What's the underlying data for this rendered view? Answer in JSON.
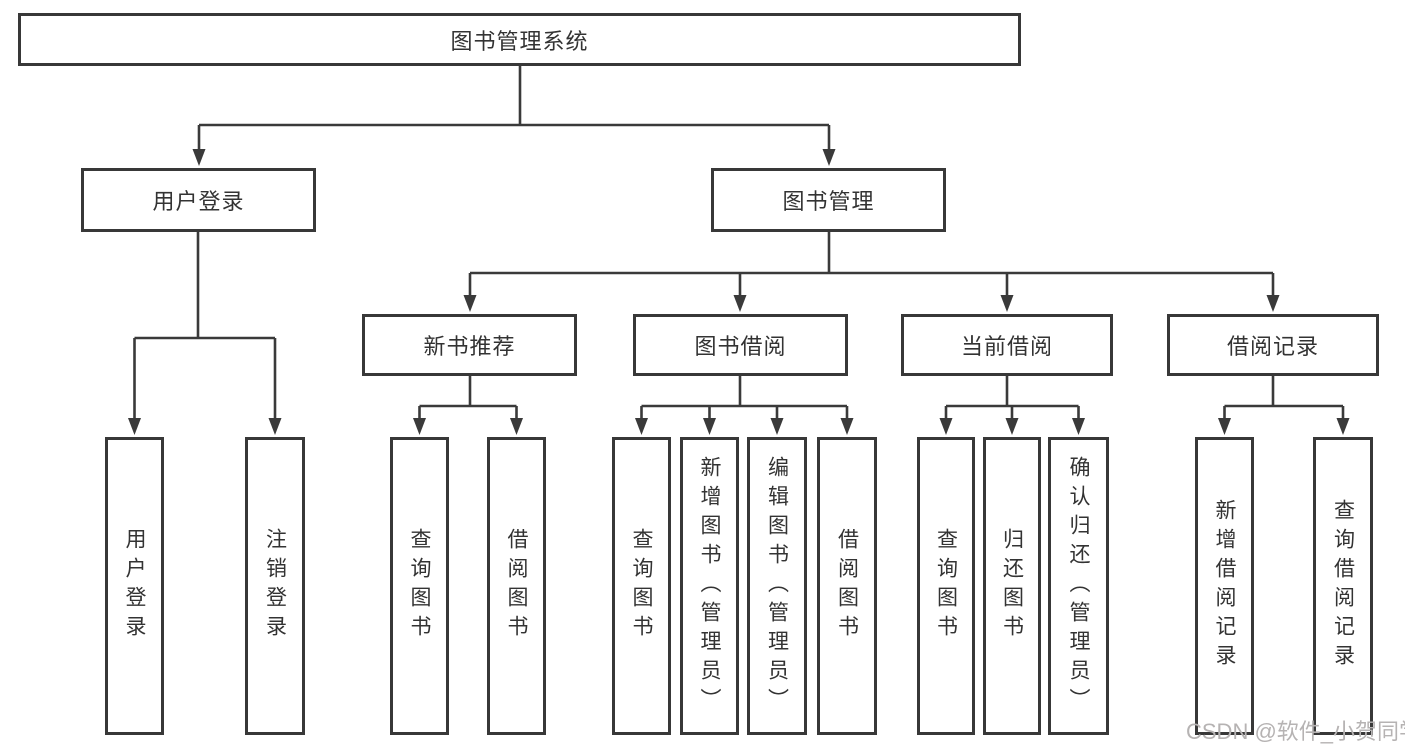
{
  "diagram_title": "图书管理系统",
  "watermark": {
    "text": "CSDN @软件_小贺同学"
  },
  "colors": {
    "line": "#3a3a3a",
    "box_border": "#383838",
    "text": "#333333",
    "watermark": "#b6b3b3",
    "background": "#ffffff"
  },
  "tree": {
    "label": "图书管理系统",
    "children": [
      {
        "label": "用户登录",
        "children": [
          {
            "label": "用户登录"
          },
          {
            "label": "注销登录"
          }
        ]
      },
      {
        "label": "图书管理",
        "children": [
          {
            "label": "新书推荐",
            "children": [
              {
                "label": "查询图书"
              },
              {
                "label": "借阅图书"
              }
            ]
          },
          {
            "label": "图书借阅",
            "children": [
              {
                "label": "查询图书"
              },
              {
                "label": "新增图书（管理员）"
              },
              {
                "label": "编辑图书（管理员）"
              },
              {
                "label": "借阅图书"
              }
            ]
          },
          {
            "label": "当前借阅",
            "children": [
              {
                "label": "查询图书"
              },
              {
                "label": "归还图书"
              },
              {
                "label": "确认归还（管理员）"
              }
            ]
          },
          {
            "label": "借阅记录",
            "children": [
              {
                "label": "新增借阅记录"
              },
              {
                "label": "查询借阅记录"
              }
            ]
          }
        ]
      }
    ]
  }
}
